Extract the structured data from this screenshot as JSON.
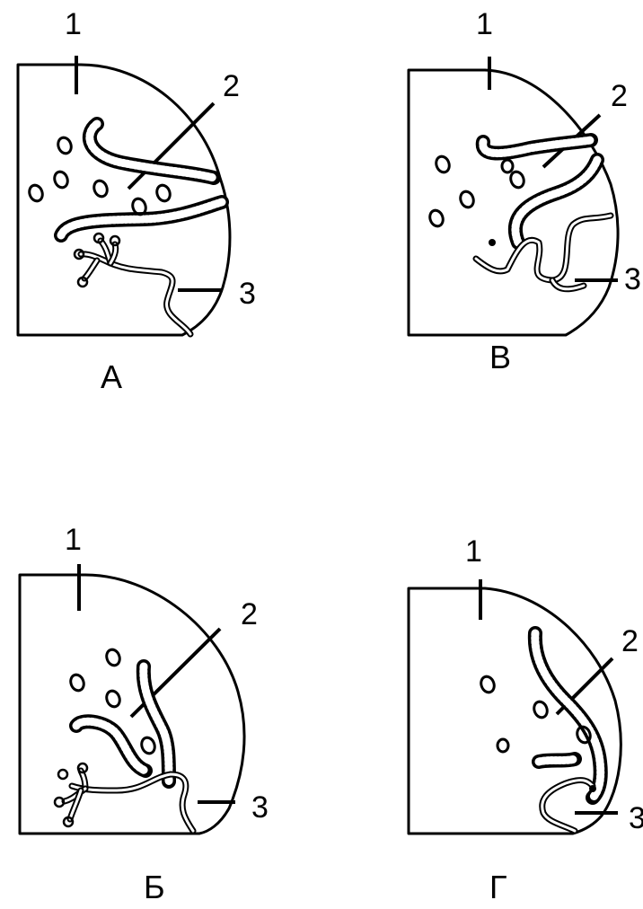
{
  "figure": {
    "panels": [
      {
        "caption": "А",
        "labels": [
          "1",
          "2",
          "3"
        ]
      },
      {
        "caption": "В",
        "labels": [
          "1",
          "2",
          "3"
        ]
      },
      {
        "caption": "Б",
        "labels": [
          "1",
          "2",
          "3"
        ]
      },
      {
        "caption": "Г",
        "labels": [
          "1",
          "2",
          "3"
        ]
      }
    ]
  }
}
